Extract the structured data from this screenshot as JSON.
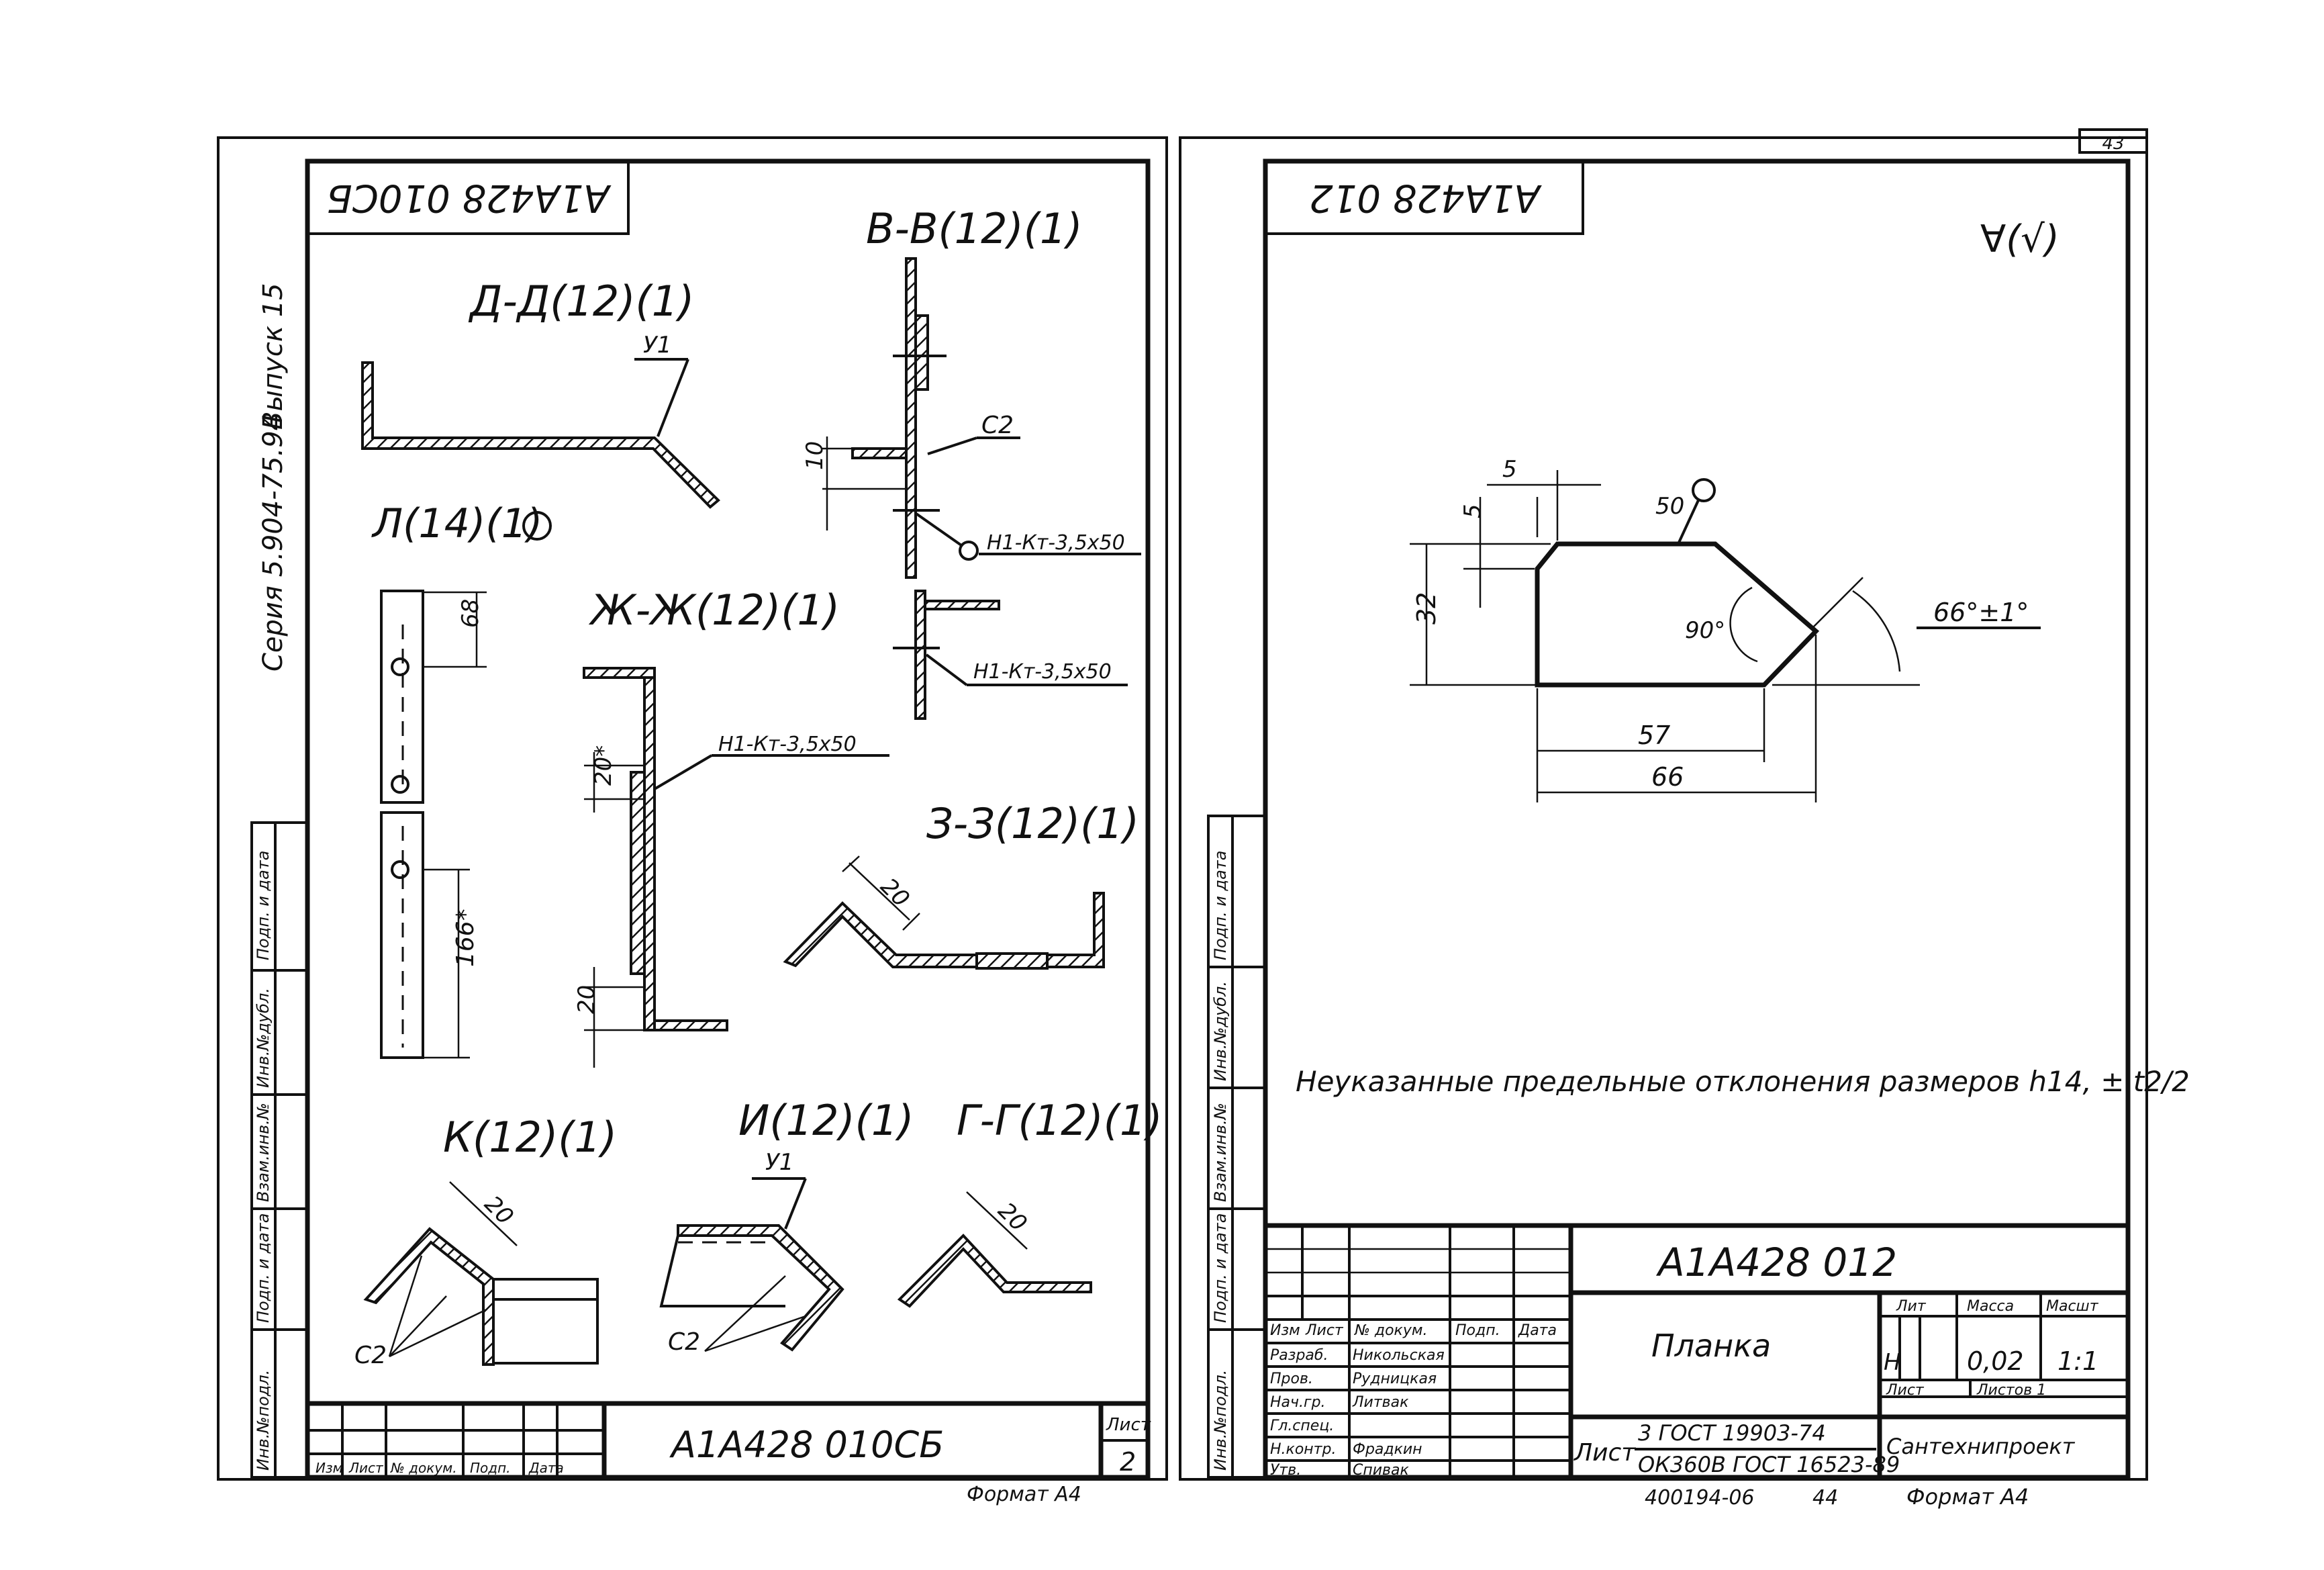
{
  "corner_number": "43",
  "left_sheet": {
    "stamp_mirrored": "А1А428 010СБ",
    "series_vertical": "Серия 5.904-75.94",
    "issue_vertical": "Выпуск 15",
    "sections": {
      "dd": "Д-Д(12)(1)",
      "vv": "В-В(12)(1)",
      "l": "Л(14)(1)",
      "zh": "Ж-Ж(12)(1)",
      "z": "З-З(12)(1)",
      "k": "К(12)(1)",
      "i": "И(12)(1)",
      "gg": "Г-Г(12)(1)"
    },
    "labels": {
      "u1_a": "У1",
      "u1_b": "У1",
      "c2_a": "С2",
      "c2_b": "С2",
      "c2_c": "С2",
      "weld_a": "Н1-Кт-3,5х50",
      "weld_b": "Н1-Кт-3,5х50",
      "weld_c": "Н1-Кт-3,5х50"
    },
    "dims": {
      "d10": "10",
      "d68": "68",
      "d166": "166*",
      "d20a": "20*",
      "d20b": "20",
      "d20c": "20",
      "d20d": "20",
      "d20e": "20"
    },
    "side_strip": [
      "Инв.№подл.",
      "Подп. и дата",
      "Взам.инв.№",
      "Инв.№дубл.",
      "Подп. и дата"
    ],
    "title_block": {
      "designation": "А1А428 010СБ",
      "sheet_label": "Лист",
      "sheet_no": "2",
      "cols": [
        "Изм",
        "Лист",
        "№ докум.",
        "Подп.",
        "Дата"
      ]
    },
    "format": "Формат А4"
  },
  "right_sheet": {
    "stamp_mirrored": "А1А428 012",
    "roughness": "∀(√)",
    "dims": {
      "d5a": "5",
      "d5b": "5",
      "d50": "50",
      "d32": "32",
      "d90": "90°",
      "d66deg": "66°±1°",
      "d57": "57",
      "d66": "66"
    },
    "note": "Неуказанные предельные отклонения размеров h14, ± t2/2",
    "side_strip": [
      "Инв.№подл.",
      "Подп. и дата",
      "Взам.инв.№",
      "Инв.№дубл.",
      "Подп. и дата"
    ],
    "title_block": {
      "designation": "А1А428 012",
      "name": "Планка",
      "cols": [
        "Изм",
        "Лист",
        "№ докум.",
        "Подп.",
        "Дата"
      ],
      "rows": [
        {
          "role": "Разраб.",
          "name": "Никольская"
        },
        {
          "role": "Пров.",
          "name": "Рудницкая"
        },
        {
          "role": "Нач.гр.",
          "name": "Литвак"
        },
        {
          "role": "Гл.спец.",
          "name": ""
        },
        {
          "role": "Н.контр.",
          "name": "Фрадкин"
        },
        {
          "role": "Утв.",
          "name": "Спивак"
        }
      ],
      "lit_label": "Лит",
      "mass_label": "Масса",
      "scale_label": "Масшт",
      "lit_value": "Н",
      "mass_value": "0,02",
      "scale_value": "1:1",
      "sheet_label": "Лист",
      "sheets_label": "Листов 1",
      "material_prefix": "Лист",
      "material_line1": "3 ГОСТ 19903-74",
      "material_line2": "ОК360В ГОСТ 16523-89",
      "org": "Сантехнипроект"
    },
    "bottom_code": "400194-06",
    "bottom_page": "44",
    "format": "Формат А4"
  }
}
